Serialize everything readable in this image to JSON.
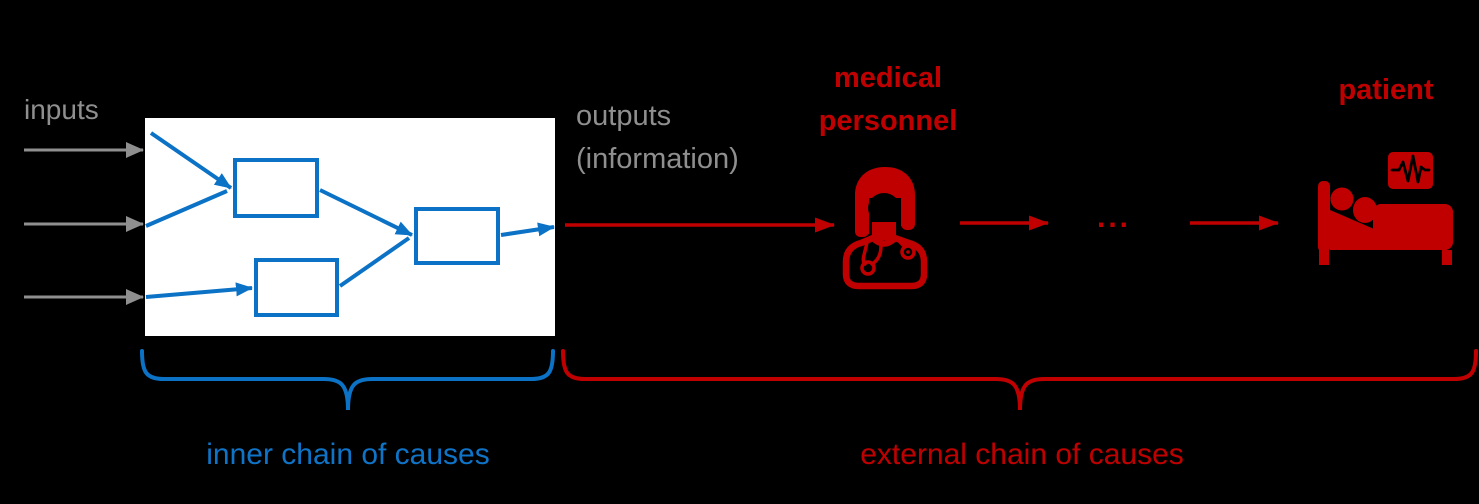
{
  "colors": {
    "background": "#000000",
    "blue": "#0C72C5",
    "red": "#C00000",
    "gray": "#8F8F8F",
    "box_fill": "#FFFFFF"
  },
  "labels": {
    "inputs": "inputs",
    "outputs": "outputs\n(information)",
    "medical_personnel": "medical\npersonnel",
    "ellipsis": "...",
    "patient": "patient",
    "inner_chain": "inner chain of causes",
    "external_chain": "external chain of causes"
  },
  "icons": {
    "medical_personnel": "female-doctor-with-stethoscope-icon",
    "patient": "patient-in-hospital-bed-with-ecg-monitor-icon"
  },
  "diagram": {
    "inner_system_boxes": 3,
    "input_arrows": 3,
    "flow_sequence": [
      "inputs",
      "inner system (3 connected boxes)",
      "outputs (information)",
      "medical personnel",
      "...",
      "patient"
    ],
    "braces": [
      {
        "label": "inner chain of causes",
        "color": "#0C72C5"
      },
      {
        "label": "external chain of causes",
        "color": "#C00000"
      }
    ]
  }
}
